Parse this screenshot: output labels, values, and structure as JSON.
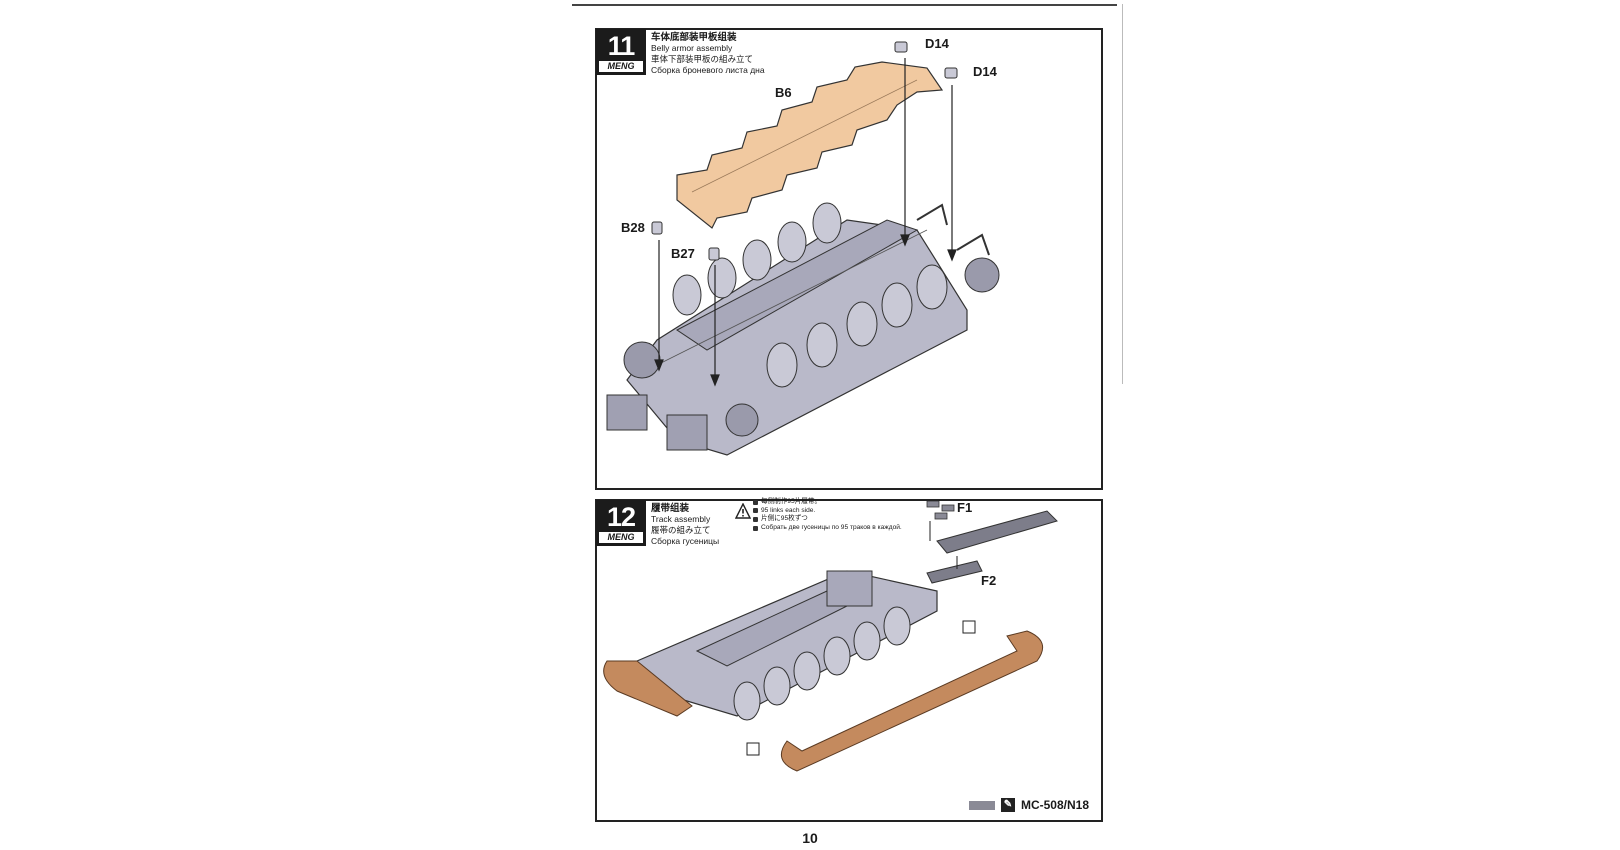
{
  "page": {
    "number": "10"
  },
  "brand": "MENG",
  "step11": {
    "number": "11",
    "title_zh": "车体底部装甲板组装",
    "title_en": "Belly armor assembly",
    "title_ja": "車体下部装甲板の組み立て",
    "title_ru": "Сборка броневого листа дна",
    "parts": {
      "b6": "B6",
      "b28": "B28",
      "b27": "B27",
      "d14_a": "D14",
      "d14_b": "D14"
    }
  },
  "step12": {
    "number": "12",
    "title_zh": "履带组装",
    "title_en": "Track assembly",
    "title_ja": "履帯の組み立て",
    "title_ru": "Сборка гусеницы",
    "parts": {
      "f1": "F1",
      "f2": "F2"
    },
    "note": {
      "zh": "每侧制作95片履带。",
      "en": "95 links each side.",
      "ja": "片側に95枚ずつ",
      "ru": "Собрать две гусеницы по 95 траков в каждой."
    },
    "product_code": "MC-508/N18",
    "code_icon": "paint-brush-icon",
    "swatch_color": "#8a8a96"
  },
  "colors": {
    "hull": "#b9b9c9",
    "belly_plate": "#f1c9a0",
    "track": "#c48a5e",
    "border": "#222222"
  }
}
